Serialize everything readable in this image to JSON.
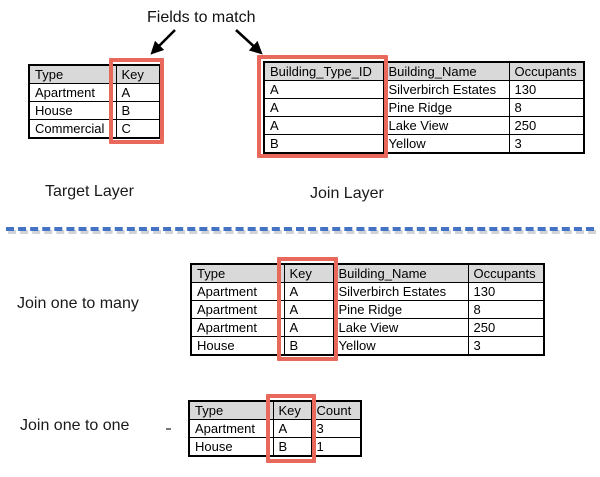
{
  "title": "Fields to match",
  "colors": {
    "highlight_border": "#E8695C",
    "divider_blue": "#4472C4",
    "table_header_bg": "#D9D9D9",
    "table_border": "#000000"
  },
  "target_table": {
    "label": "Target Layer",
    "headers": [
      "Type",
      "Key"
    ],
    "rows": [
      [
        "Apartment",
        "A"
      ],
      [
        "House",
        "B"
      ],
      [
        "Commercial",
        "C"
      ]
    ]
  },
  "join_table": {
    "label": "Join Layer",
    "headers": [
      "Building_Type_ID",
      "Building_Name",
      "Occupants"
    ],
    "rows": [
      [
        "A",
        "Silverbirch Estates",
        "130"
      ],
      [
        "A",
        "Pine Ridge",
        "8"
      ],
      [
        "A",
        "Lake View",
        "250"
      ],
      [
        "B",
        "Yellow",
        "3"
      ]
    ]
  },
  "one_to_many": {
    "label": "Join one to many",
    "headers": [
      "Type",
      "Key",
      "Building_Name",
      "Occupants"
    ],
    "rows": [
      [
        "Apartment",
        "A",
        "Silverbirch Estates",
        "130"
      ],
      [
        "Apartment",
        "A",
        "Pine Ridge",
        "8"
      ],
      [
        "Apartment",
        "A",
        "Lake View",
        "250"
      ],
      [
        "House",
        "B",
        "Yellow",
        "3"
      ]
    ]
  },
  "one_to_one": {
    "label": "Join one to one",
    "headers": [
      "Type",
      "Key",
      "Count"
    ],
    "rows": [
      [
        "Apartment",
        "A",
        "3"
      ],
      [
        "House",
        "B",
        "1"
      ]
    ]
  }
}
